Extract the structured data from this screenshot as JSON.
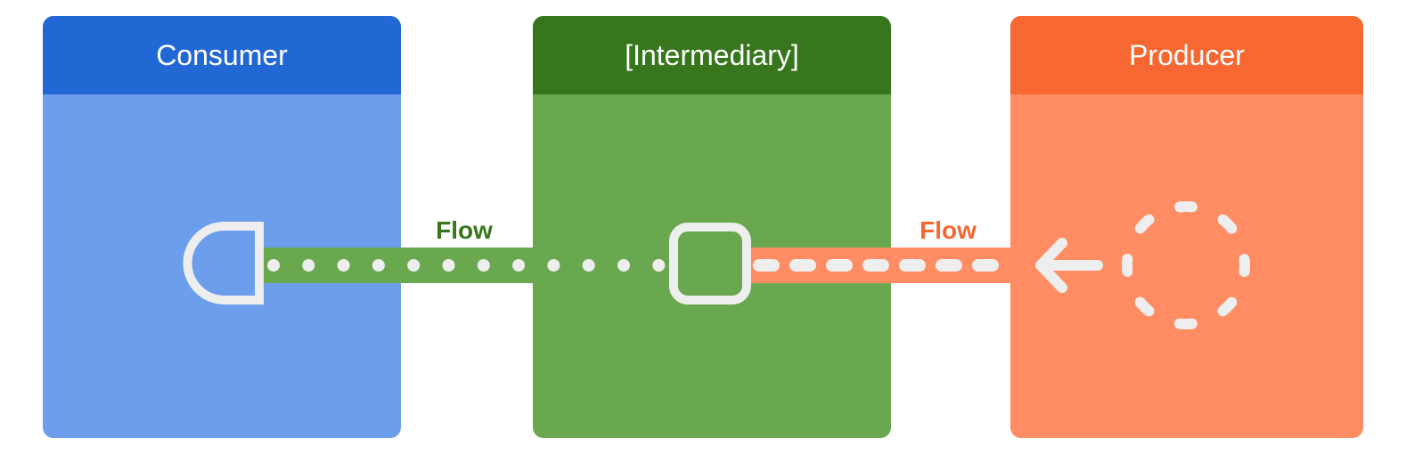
{
  "colors": {
    "consumer_header": "#2268d4",
    "consumer_body": "#6d9eeb",
    "intermediary_header": "#38761d",
    "intermediary_body": "#6aa84f",
    "producer_header": "#f66731",
    "producer_body": "#ff8c63",
    "connector_white": "#eeeeee",
    "flow_green_text": "#38761d",
    "flow_orange_text": "#f66731",
    "green_band": "#6aa84f",
    "orange_band": "#ff8c63"
  },
  "panels": {
    "consumer": {
      "title": "Consumer"
    },
    "intermediary": {
      "title": "[Intermediary]"
    },
    "producer": {
      "title": "Producer"
    }
  },
  "flows": {
    "left_label": "Flow",
    "right_label": "Flow"
  },
  "icons": {
    "consumer_icon": "half-round-receiver-icon",
    "intermediary_icon": "rounded-square-node-icon",
    "producer_icon": "dashed-circle-source-icon",
    "arrow_icon": "arrow-left-icon"
  }
}
